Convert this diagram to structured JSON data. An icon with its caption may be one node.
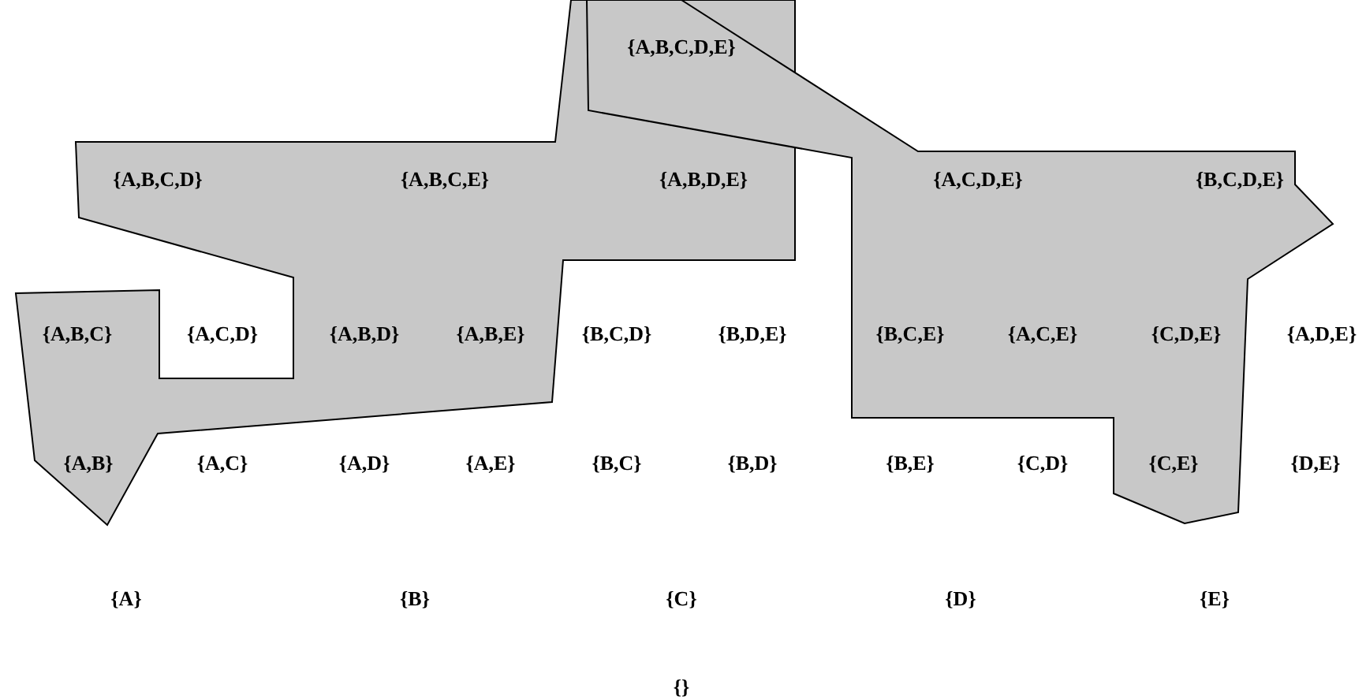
{
  "diagram": {
    "labels": [
      "{A,B,C,D,E}",
      "{A,B,C,D}",
      "{A,B,C,E}",
      "{A,B,D,E}",
      "{A,C,D,E}",
      "{B,C,D,E}",
      "{A,B,C}",
      "{A,C,D}",
      "{A,B,D}",
      "{A,B,E}",
      "{B,C,D}",
      "{B,D,E}",
      "{B,C,E}",
      "{A,C,E}",
      "{C,D,E}",
      "{A,D,E}",
      "{A,B}",
      "{A,C}",
      "{A,D}",
      "{A,E}",
      "{B,C}",
      "{B,D}",
      "{B,E}",
      "{C,D}",
      "{C,E}",
      "{D,E}",
      "{A}",
      "{B}",
      "{C}",
      "{D}",
      "{E}",
      "{}"
    ]
  }
}
